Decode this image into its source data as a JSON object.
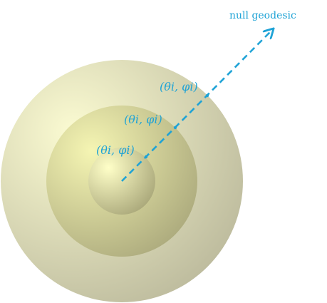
{
  "colors": {
    "accent": "#1fa3d6",
    "sphere_outer_center": "#fbfbd2",
    "sphere_outer_edge": "#b9b79a",
    "sphere_mid_center": "#f5f5b3",
    "sphere_mid_edge": "#a8a67a",
    "sphere_inner_center": "#ffffc8",
    "sphere_inner_edge": "#a4a275"
  },
  "labels": {
    "null_geodesic": "null geodesic",
    "crossing_outer": "(θi, φi)",
    "crossing_middle": "(θi, φi)",
    "crossing_inner": "(θi, φi)"
  }
}
